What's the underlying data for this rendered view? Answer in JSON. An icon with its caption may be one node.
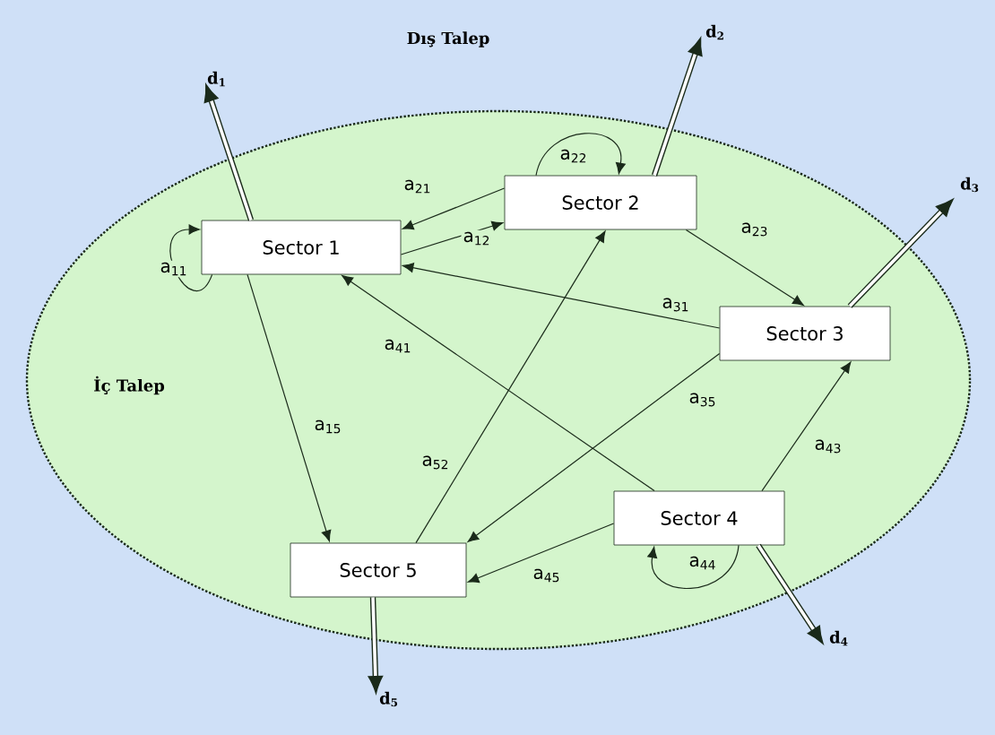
{
  "diagram": {
    "nodes": [
      {
        "text": [
          "İç Talep"
        ]
      },
      {
        "text": [
          "Sector 1"
        ],
        "in": 0
      },
      {
        "text": [
          "Sector 2"
        ],
        "in": 0
      },
      {
        "text": [
          "Sector 3"
        ],
        "in": 0
      },
      {
        "text": [
          "Sector 4"
        ],
        "in": 0
      },
      {
        "text": [
          "Sector 5"
        ],
        "in": 0
      },
      {
        "text": [
          "d$_{1}$"
        ]
      },
      {
        "text": [
          "d$_{2}$"
        ]
      },
      {
        "text": [
          "d$_{3}$"
        ]
      },
      {
        "text": [
          "d$_{4}$"
        ]
      },
      {
        "text": [
          "d$_{5}$"
        ]
      }
    ],
    "edges": [
      {
        "from": 1,
        "to": 1,
        "arrow": "to",
        "label": "a$_{11}$"
      },
      {
        "from": 2,
        "to": 1,
        "arrow": "to",
        "label": "a$_{21}$"
      },
      {
        "from": 1,
        "to": 2,
        "arrow": "to",
        "label": "a$_{12}$"
      },
      {
        "from": 2,
        "to": 2,
        "arrow": "to",
        "label": "a$_{22}$"
      },
      {
        "from": 2,
        "to": 3,
        "arrow": "to",
        "label": "a$_{23}$"
      },
      {
        "from": 3,
        "to": 1,
        "arrow": "to",
        "label": "a$_{31}$"
      },
      {
        "from": 4,
        "to": 1,
        "arrow": "to",
        "label": "a$_{41}$"
      },
      {
        "from": 1,
        "to": 5,
        "arrow": "to",
        "label": "a$_{15}$"
      },
      {
        "from": 3,
        "to": 5,
        "arrow": "to",
        "label": "a$_{35}$"
      },
      {
        "from": 5,
        "to": 2,
        "arrow": "to",
        "label": "a$_{52}$"
      },
      {
        "from": 4,
        "to": 3,
        "arrow": "to",
        "label": "a$_{43}$"
      },
      {
        "from": 4,
        "to": 4,
        "arrow": "to",
        "label": "a$_{44}$"
      },
      {
        "from": 4,
        "to": 5,
        "arrow": "to",
        "label": "a$_{45}$"
      },
      {
        "from": 1,
        "to": 6,
        "arrow": "to",
        "style": "thick"
      },
      {
        "from": 2,
        "to": 7,
        "arrow": "to",
        "style": "thick"
      },
      {
        "from": 3,
        "to": 8,
        "arrow": "to",
        "style": "thick"
      },
      {
        "from": 4,
        "to": 9,
        "arrow": "to",
        "style": "thick"
      },
      {
        "from": 5,
        "to": 10,
        "arrow": "to",
        "style": "thick"
      }
    ],
    "labels": [
      "Dış Talep"
    ]
  }
}
